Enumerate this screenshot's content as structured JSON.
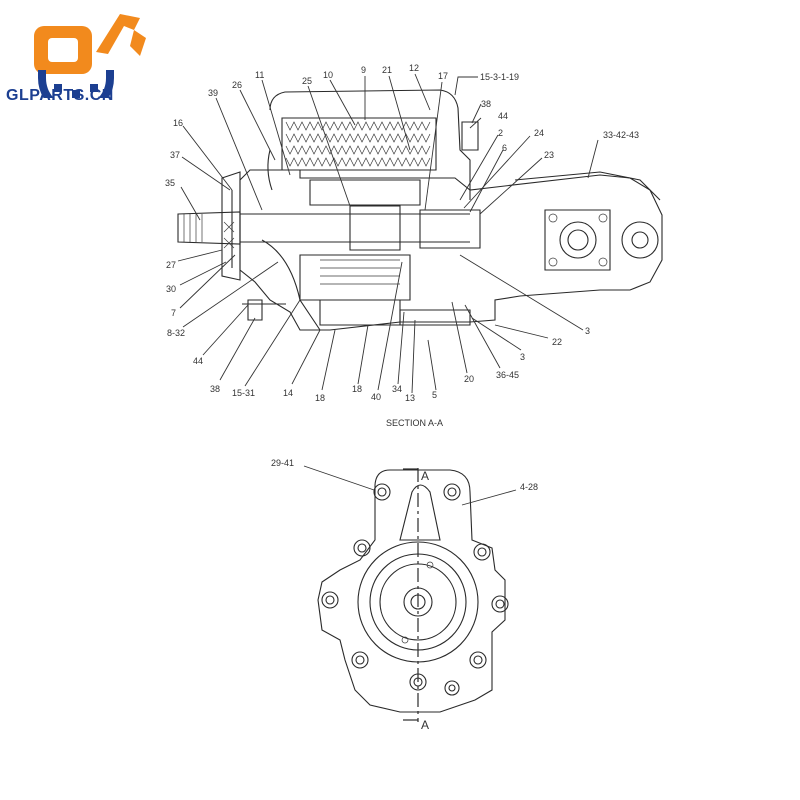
{
  "brand": {
    "name": "GLPARTS.CN",
    "logo_colors": {
      "orange": "#f28a1d",
      "blue": "#1c3f91"
    }
  },
  "section_title": "SECTION A-A",
  "section_marker": "A",
  "callouts_section": [
    "11",
    "26",
    "25",
    "10",
    "9",
    "21",
    "12",
    "17",
    "15-3-1-19",
    "39",
    "16",
    "38",
    "44",
    "2",
    "24",
    "33-42-43",
    "6",
    "23",
    "37",
    "35",
    "27",
    "30",
    "7",
    "8-32",
    "3",
    "44",
    "38",
    "15-31",
    "14",
    "18",
    "18",
    "40",
    "34",
    "13",
    "5",
    "20",
    "36-45",
    "3",
    "22"
  ],
  "callouts_end_view": [
    "29-41",
    "4-28"
  ]
}
